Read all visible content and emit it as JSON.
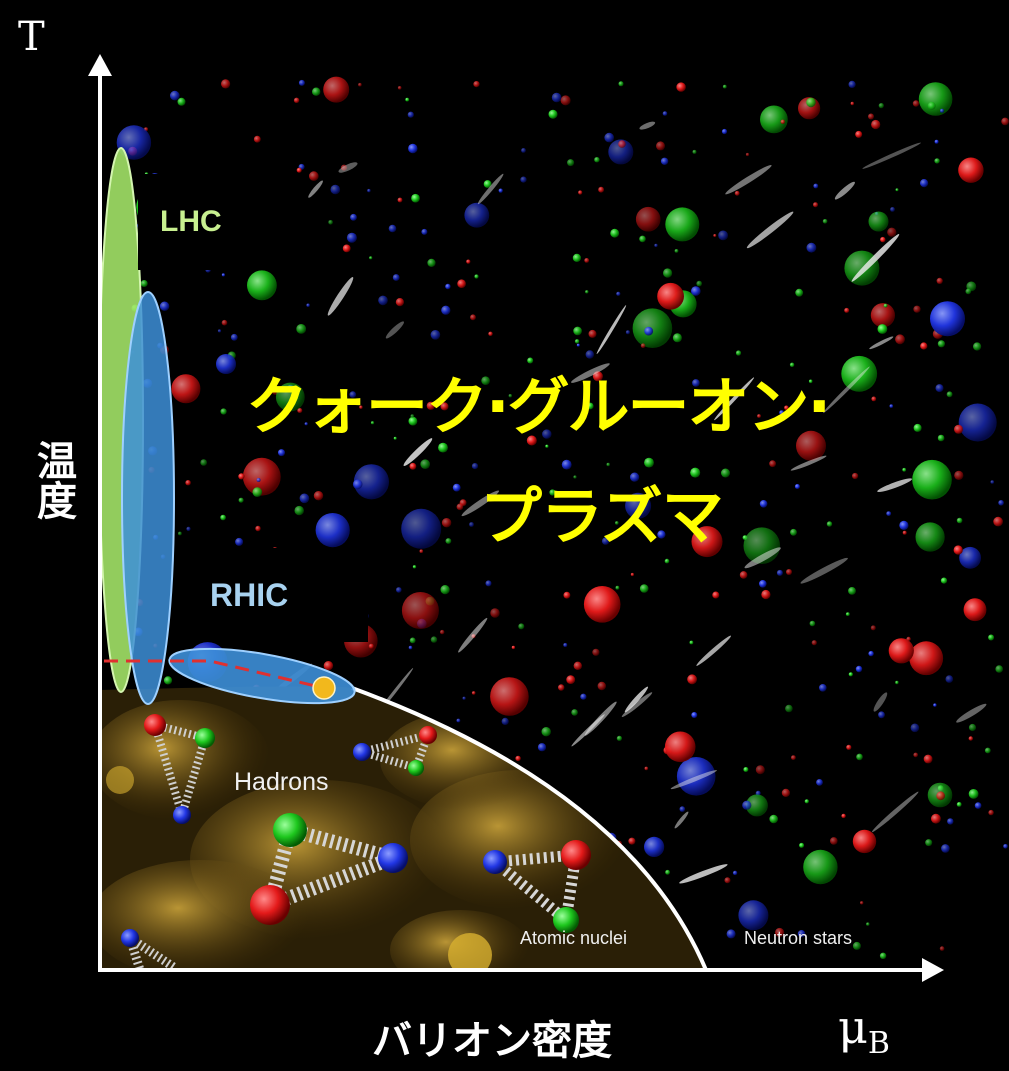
{
  "axes": {
    "y_symbol": "T",
    "y_label": "温度",
    "x_label": "バリオン密度",
    "x_symbol": "μ",
    "x_symbol_sub": "B"
  },
  "labels": {
    "lhc": "LHC",
    "rhic": "RHIC",
    "qgp_line1": "クォーク·グルーオン·",
    "qgp_line2": "プラズマ",
    "hadrons": "Hadrons",
    "atomic_nuclei": "Atomic nuclei",
    "neutron_stars": "Neutron stars"
  },
  "colors": {
    "background": "#000000",
    "qgp_text": "#ffff00",
    "lhc_region": "#a6e86a",
    "rhic_region": "#3d8fd8",
    "lhc_text": "#c8f090",
    "rhic_text": "#a8d2f0",
    "critical_point": "#f2b81c",
    "crossover_line": "#e03030",
    "phase_boundary": "#ffffff",
    "hadron_background": "#6a5418",
    "quark_red": "#e02020",
    "quark_green": "#20c020",
    "quark_blue": "#2040e0"
  },
  "icons": {
    "up_arrow": "arrow-up-icon",
    "right_arrow": "arrow-right-icon"
  }
}
